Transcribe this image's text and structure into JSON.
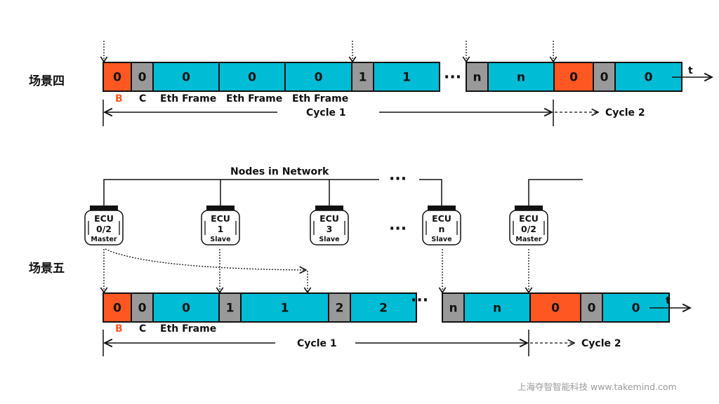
{
  "colors": {
    "beacon": "#ff5722",
    "control": "#999999",
    "frame": "#00bcd4",
    "stroke": "#111111",
    "watermark": "#9a9a9a"
  },
  "scene4": {
    "title": "场景四",
    "segments_group1": [
      {
        "label": "0",
        "type": "beacon"
      },
      {
        "label": "0",
        "type": "control"
      },
      {
        "label": "0",
        "type": "frame"
      },
      {
        "label": "0",
        "type": "frame"
      },
      {
        "label": "0",
        "type": "frame"
      },
      {
        "label": "1",
        "type": "control"
      },
      {
        "label": "1",
        "type": "frame"
      }
    ],
    "segments_group2": [
      {
        "label": "n",
        "type": "control"
      },
      {
        "label": "n",
        "type": "frame"
      },
      {
        "label": "0",
        "type": "beacon"
      },
      {
        "label": "0",
        "type": "control"
      },
      {
        "label": "0",
        "type": "frame"
      }
    ],
    "ellipsis": "···",
    "sublabels": [
      "B",
      "C",
      "Eth Frame",
      "Eth Frame",
      "Eth Frame"
    ],
    "cycle1": "Cycle 1",
    "cycle2": "Cycle 2",
    "time_axis": "t"
  },
  "network": {
    "title": "Nodes in Network",
    "ellipsis": "···",
    "nodes": [
      {
        "name": "ECU",
        "id": "0/2",
        "role": "Master"
      },
      {
        "name": "ECU",
        "id": "1",
        "role": "Slave"
      },
      {
        "name": "ECU",
        "id": "3",
        "role": "Slave"
      },
      {
        "name": "ECU",
        "id": "n",
        "role": "Slave"
      },
      {
        "name": "ECU",
        "id": "0/2",
        "role": "Master"
      }
    ]
  },
  "scene5": {
    "title": "场景五",
    "segments_group1": [
      {
        "label": "0",
        "type": "beacon"
      },
      {
        "label": "0",
        "type": "control"
      },
      {
        "label": "0",
        "type": "frame"
      },
      {
        "label": "1",
        "type": "control"
      },
      {
        "label": "1",
        "type": "frame"
      },
      {
        "label": "2",
        "type": "control"
      },
      {
        "label": "2",
        "type": "frame"
      }
    ],
    "segments_group2": [
      {
        "label": "n",
        "type": "control"
      },
      {
        "label": "n",
        "type": "frame"
      },
      {
        "label": "0",
        "type": "beacon"
      },
      {
        "label": "0",
        "type": "control"
      },
      {
        "label": "0",
        "type": "frame"
      }
    ],
    "ellipsis": "···",
    "sublabels": [
      "B",
      "C",
      "Eth Frame"
    ],
    "cycle1": "Cycle 1",
    "cycle2": "Cycle 2",
    "time_axis": "t"
  },
  "watermark": "上海夺智智能科技 www.takemind.com"
}
